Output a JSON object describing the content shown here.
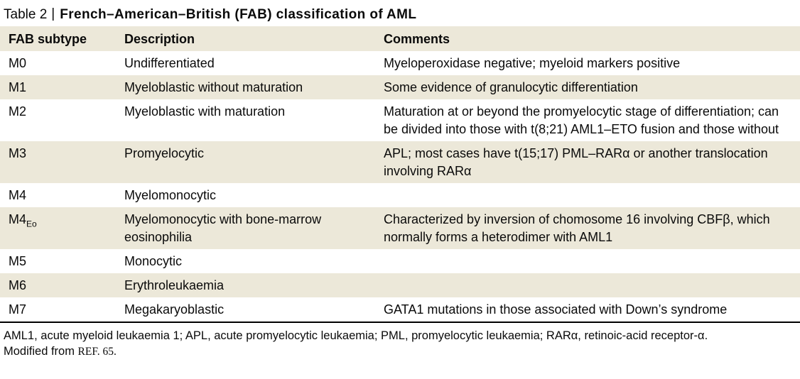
{
  "title": {
    "prefix": "Table 2",
    "separator": "|",
    "main": "French–American–British (FAB) classification of AML"
  },
  "table": {
    "columns": [
      "FAB subtype",
      "Description",
      "Comments"
    ],
    "rows": [
      {
        "subtype": "M0",
        "description": "Undifferentiated",
        "comments": "Myeloperoxidase negative; myeloid markers positive"
      },
      {
        "subtype": "M1",
        "description": "Myeloblastic without maturation",
        "comments": "Some evidence of granulocytic differentiation"
      },
      {
        "subtype": "M2",
        "description": "Myeloblastic with maturation",
        "comments": "Maturation at or beyond the promyelocytic stage of differentiation; can be divided into those with t(8;21) AML1–ETO fusion and those without"
      },
      {
        "subtype": "M3",
        "description": "Promyelocytic",
        "comments": "APL; most cases have t(15;17) PML–RARα or another translocation involving RARα"
      },
      {
        "subtype": "M4",
        "description": "Myelomonocytic",
        "comments": ""
      },
      {
        "subtype": "M4",
        "subtype_sub": "Eo",
        "description": "Myelomonocytic with bone-marrow eosinophilia",
        "comments": "Characterized by inversion of chomosome 16 involving CBFβ, which normally forms a heterodimer with AML1"
      },
      {
        "subtype": "M5",
        "description": "Monocytic",
        "comments": ""
      },
      {
        "subtype": "M6",
        "description": "Erythroleukaemia",
        "comments": ""
      },
      {
        "subtype": "M7",
        "description": "Megakaryoblastic",
        "comments": "GATA1 mutations in those associated with Down’s syndrome"
      }
    ]
  },
  "footer": {
    "abbreviations": "AML1, acute myeloid leukaemia 1; APL, acute promyelocytic leukaemia; PML, promyelocytic leukaemia; RARα, retinoic-acid receptor-α.",
    "source_prefix": "Modified from ",
    "source_ref": "REF. 65."
  },
  "colors": {
    "row_shade": "#ece8d9",
    "rule": "#000000"
  }
}
